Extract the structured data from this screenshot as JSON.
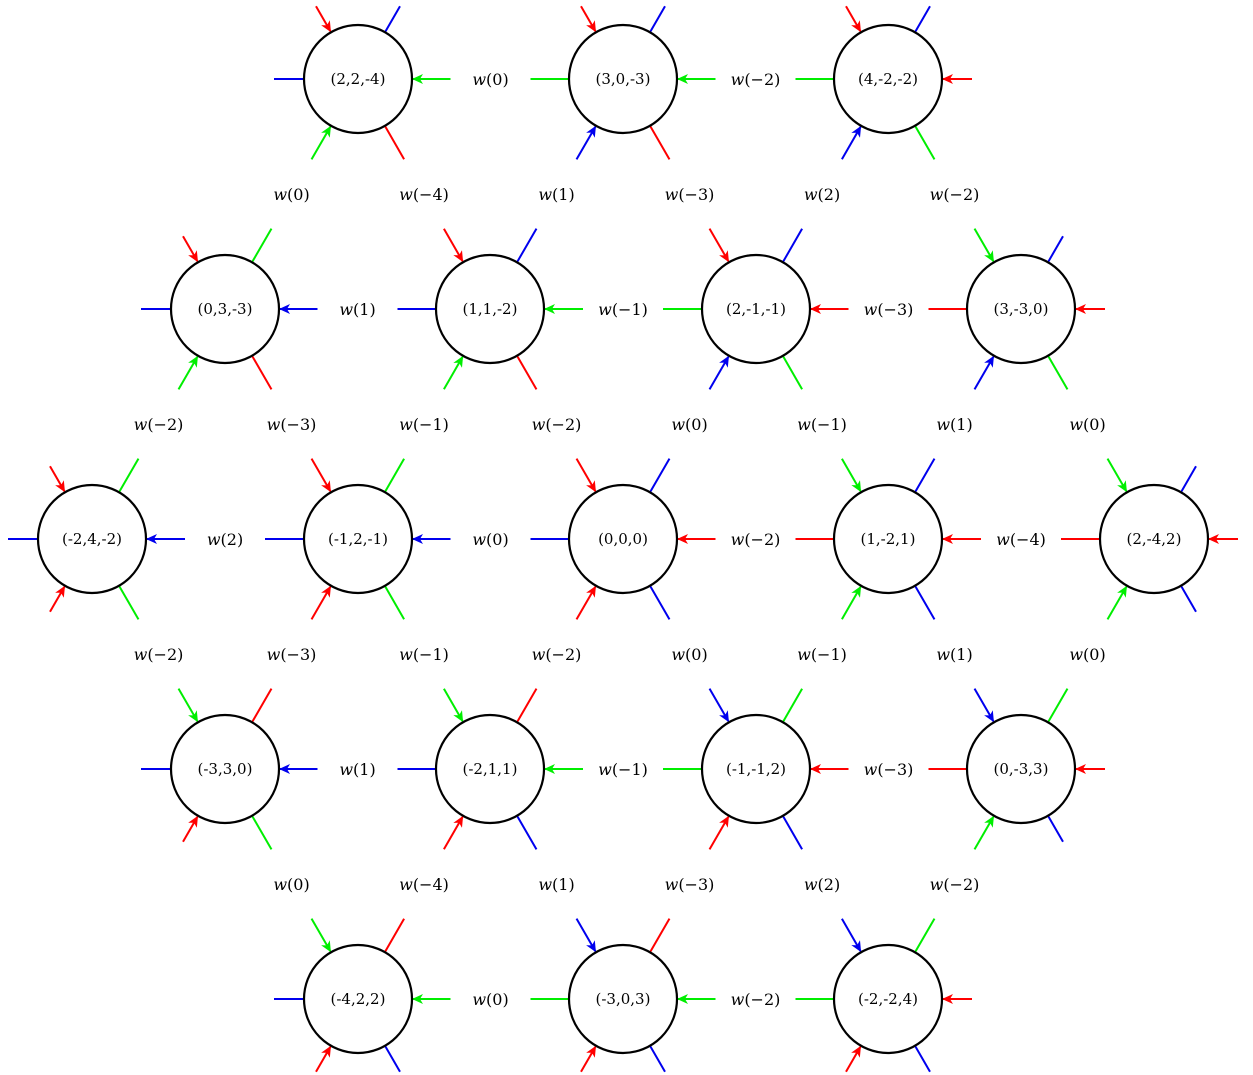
{
  "colors": {
    "red": "#ff0000",
    "green": "#00ee00",
    "blue": "#0000ee",
    "node_border": "#000000"
  },
  "nodes": [
    {
      "id": "n0",
      "label": "(2,2,-4)"
    },
    {
      "id": "n1",
      "label": "(3,0,-3)"
    },
    {
      "id": "n2",
      "label": "(4,-2,-2)"
    },
    {
      "id": "n3",
      "label": "(0,3,-3)"
    },
    {
      "id": "n4",
      "label": "(1,1,-2)"
    },
    {
      "id": "n5",
      "label": "(2,-1,-1)"
    },
    {
      "id": "n6",
      "label": "(3,-3,0)"
    },
    {
      "id": "n7",
      "label": "(-2,4,-2)"
    },
    {
      "id": "n8",
      "label": "(-1,2,-1)"
    },
    {
      "id": "n9",
      "label": "(0,0,0)"
    },
    {
      "id": "n10",
      "label": "(1,-2,1)"
    },
    {
      "id": "n11",
      "label": "(2,-4,2)"
    },
    {
      "id": "n12",
      "label": "(-3,3,0)"
    },
    {
      "id": "n13",
      "label": "(-2,1,1)"
    },
    {
      "id": "n14",
      "label": "(-1,-1,2)"
    },
    {
      "id": "n15",
      "label": "(0,-3,3)"
    },
    {
      "id": "n16",
      "label": "(-4,2,2)"
    },
    {
      "id": "n17",
      "label": "(-3,0,3)"
    },
    {
      "id": "n18",
      "label": "(-2,-2,4)"
    }
  ],
  "edges": [
    {
      "from": "n1",
      "to": "n0",
      "color": "green",
      "label": "w(0)"
    },
    {
      "from": "n2",
      "to": "n1",
      "color": "green",
      "label": "w(−2)"
    },
    {
      "from": "n3",
      "to": "n0",
      "color": "green",
      "label": "w(0)"
    },
    {
      "from": "n0",
      "to": "n4",
      "color": "red",
      "label": "w(−4)"
    },
    {
      "from": "n4",
      "to": "n1",
      "color": "blue",
      "label": "w(1)"
    },
    {
      "from": "n1",
      "to": "n5",
      "color": "red",
      "label": "w(−3)"
    },
    {
      "from": "n5",
      "to": "n2",
      "color": "blue",
      "label": "w(2)"
    },
    {
      "from": "n2",
      "to": "n6",
      "color": "green",
      "label": "w(−2)"
    },
    {
      "from": "n4",
      "to": "n3",
      "color": "blue",
      "label": "w(1)"
    },
    {
      "from": "n5",
      "to": "n4",
      "color": "green",
      "label": "w(−1)"
    },
    {
      "from": "n6",
      "to": "n5",
      "color": "red",
      "label": "w(−3)"
    },
    {
      "from": "n7",
      "to": "n3",
      "color": "green",
      "label": "w(−2)"
    },
    {
      "from": "n3",
      "to": "n8",
      "color": "red",
      "label": "w(−3)"
    },
    {
      "from": "n8",
      "to": "n4",
      "color": "green",
      "label": "w(−1)"
    },
    {
      "from": "n4",
      "to": "n9",
      "color": "red",
      "label": "w(−2)"
    },
    {
      "from": "n9",
      "to": "n5",
      "color": "blue",
      "label": "w(0)"
    },
    {
      "from": "n5",
      "to": "n10",
      "color": "green",
      "label": "w(−1)"
    },
    {
      "from": "n10",
      "to": "n6",
      "color": "blue",
      "label": "w(1)"
    },
    {
      "from": "n6",
      "to": "n11",
      "color": "green",
      "label": "w(0)"
    },
    {
      "from": "n8",
      "to": "n7",
      "color": "blue",
      "label": "w(2)"
    },
    {
      "from": "n9",
      "to": "n8",
      "color": "blue",
      "label": "w(0)"
    },
    {
      "from": "n10",
      "to": "n9",
      "color": "red",
      "label": "w(−2)"
    },
    {
      "from": "n11",
      "to": "n10",
      "color": "red",
      "label": "w(−4)"
    },
    {
      "from": "n7",
      "to": "n12",
      "color": "green",
      "label": "w(−2)"
    },
    {
      "from": "n12",
      "to": "n8",
      "color": "red",
      "label": "w(−3)"
    },
    {
      "from": "n8",
      "to": "n13",
      "color": "green",
      "label": "w(−1)"
    },
    {
      "from": "n13",
      "to": "n9",
      "color": "red",
      "label": "w(−2)"
    },
    {
      "from": "n9",
      "to": "n14",
      "color": "blue",
      "label": "w(0)"
    },
    {
      "from": "n14",
      "to": "n10",
      "color": "green",
      "label": "w(−1)"
    },
    {
      "from": "n10",
      "to": "n15",
      "color": "blue",
      "label": "w(1)"
    },
    {
      "from": "n15",
      "to": "n11",
      "color": "green",
      "label": "w(0)"
    },
    {
      "from": "n13",
      "to": "n12",
      "color": "blue",
      "label": "w(1)"
    },
    {
      "from": "n14",
      "to": "n13",
      "color": "green",
      "label": "w(−1)"
    },
    {
      "from": "n15",
      "to": "n14",
      "color": "red",
      "label": "w(−3)"
    },
    {
      "from": "n12",
      "to": "n16",
      "color": "green",
      "label": "w(0)"
    },
    {
      "from": "n16",
      "to": "n13",
      "color": "red",
      "label": "w(−4)"
    },
    {
      "from": "n13",
      "to": "n17",
      "color": "blue",
      "label": "w(1)"
    },
    {
      "from": "n17",
      "to": "n14",
      "color": "red",
      "label": "w(−3)"
    },
    {
      "from": "n14",
      "to": "n18",
      "color": "blue",
      "label": "w(2)"
    },
    {
      "from": "n18",
      "to": "n15",
      "color": "green",
      "label": "w(−2)"
    },
    {
      "from": "n17",
      "to": "n16",
      "color": "green",
      "label": "w(0)"
    },
    {
      "from": "n18",
      "to": "n17",
      "color": "green",
      "label": "w(−2)"
    }
  ]
}
